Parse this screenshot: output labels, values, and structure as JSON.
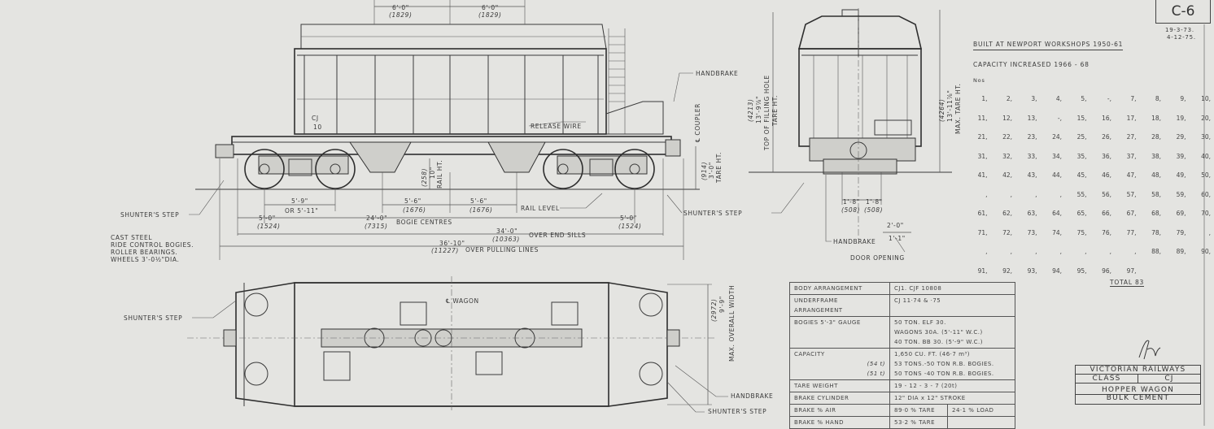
{
  "sheet": {
    "number": "C-6",
    "dates": [
      "19-3-73.",
      "4-12-75."
    ]
  },
  "side_view": {
    "top_dims": [
      {
        "ft": "6'-0\"",
        "mm": "(1829)"
      },
      {
        "ft": "6'-0\"",
        "mm": "(1829)"
      }
    ],
    "wagon_code": "CJ",
    "wagon_number": "10",
    "release_wire": "RELEASE WIRE",
    "handbrake": "HANDBRAKE",
    "coupler": "℄ COUPLER",
    "coupler_ht": {
      "mm": "(914)",
      "ft": "3'-0\"",
      "label": "TARE HT."
    },
    "rail_ht": {
      "mm": "(258)",
      "ft": "10\"",
      "label": "RAIL HT."
    },
    "wheelbase": {
      "ft": "5'-9\"",
      "alt": "OR 5'-11\""
    },
    "hopper_dims": [
      {
        "ft": "5'-6\"",
        "mm": "(1676)"
      },
      {
        "ft": "5'-6\"",
        "mm": "(1676)"
      }
    ],
    "rail_level": "RAIL LEVEL",
    "end_dims": [
      {
        "ft": "5'-0\"",
        "mm": "(1524)"
      },
      {
        "ft": "5'-0\"",
        "mm": "(1524)"
      }
    ],
    "bogie_centres": {
      "ft": "24'-0\"",
      "mm": "(7315)",
      "label": "BOGIE CENTRES"
    },
    "end_sills": {
      "ft": "34'-0\"",
      "mm": "(10363)",
      "label": "OVER END SILLS"
    },
    "pulling_lines": {
      "ft": "36'-10\"",
      "mm": "(11227)",
      "label": "OVER PULLING LINES"
    },
    "shunters_step_left": "SHUNTER'S STEP",
    "shunters_step_right": "SHUNTER'S STEP",
    "notes": [
      "CAST STEEL",
      "RIDE CONTROL BOGIES.",
      "ROLLER BEARINGS.",
      "WHEELS 3'-0½\"DIA."
    ]
  },
  "end_view": {
    "filling_hole": {
      "mm": "(4213)",
      "ft": "13'-9⅞\"",
      "label1": "TOP OF FILLING HOLE",
      "label2": "TARE HT."
    },
    "max_tare": {
      "mm": "(4264)",
      "ft": "13'-11⅞\"",
      "label": "MAX. TARE HT."
    },
    "door_dims": [
      {
        "ft": "1'-8\"",
        "mm": "(508)"
      },
      {
        "ft": "1'-8\"",
        "mm": "(508)"
      }
    ],
    "door_width": "2'-0\"",
    "door_width_alt": "1'-1\"",
    "handbrake": "HANDBRAKE",
    "door_opening": "DOOR OPENING"
  },
  "plan_view": {
    "shunters_step_left": "SHUNTER'S STEP",
    "centre_line": "℄ WAGON",
    "width": {
      "mm": "(2972)",
      "ft": "9'-9\"",
      "label": "MAX. OVERALL WIDTH"
    },
    "handbrake": "HANDBRAKE",
    "shunters_step_right": "SHUNTER'S STEP"
  },
  "info": {
    "built": "BUILT AT NEWPORT WORKSHOPS  1950-61",
    "capacity_increased": "CAPACITY INCREASED  1966 - 68",
    "nos_label": "Nos",
    "numbers": [
      [
        "1,",
        "2,",
        "3,",
        "4,",
        "5,",
        "-,",
        "7,",
        "8,",
        "9,",
        "10,"
      ],
      [
        "11,",
        "12,",
        "13,",
        "-,",
        "15,",
        "16,",
        "17,",
        "18,",
        "19,",
        "20,"
      ],
      [
        "21,",
        "22,",
        "23,",
        "24,",
        "25,",
        "26,",
        "27,",
        "28,",
        "29,",
        "30,"
      ],
      [
        "31,",
        "32,",
        "33,",
        "34,",
        "35,",
        "36,",
        "37,",
        "38,",
        "39,",
        "40,"
      ],
      [
        "41,",
        "42,",
        "43,",
        "44,",
        "45,",
        "46,",
        "47,",
        "48,",
        "49,",
        "50,"
      ],
      [
        ",",
        ",",
        ",",
        ",",
        "55,",
        "56,",
        "57,",
        "58,",
        "59,",
        "60,"
      ],
      [
        "61,",
        "62,",
        "63,",
        "64,",
        "65,",
        "66,",
        "67,",
        "68,",
        "69,",
        "70,"
      ],
      [
        "71,",
        "72,",
        "73,",
        "74,",
        "75,",
        "76,",
        "77,",
        "78,",
        "79,",
        ","
      ],
      [
        ",",
        ",",
        ",",
        ",",
        ",",
        ",",
        ",",
        "88,",
        "89,",
        "90,"
      ],
      [
        "91,",
        "92,",
        "93,",
        "94,",
        "95,",
        "96,",
        "97,",
        "",
        "",
        ""
      ]
    ],
    "total": "TOTAL  83"
  },
  "spec_table": {
    "rows": [
      {
        "label": "BODY ARRANGEMENT",
        "value": [
          "CJ1.   CJF 10808"
        ]
      },
      {
        "label": "UNDERFRAME ARRANGEMENT",
        "value": [
          "CJ 11·74 & ·75"
        ]
      },
      {
        "label": "BOGIES 5'-3\" GAUGE",
        "value": [
          "50 TON.  ELF 30.",
          "WAGONS 30A. (5'-11\" W.C.)",
          "40 TON. BB 30. (5'-9\" W.C.)"
        ]
      },
      {
        "label": "CAPACITY",
        "metric": [
          "(54 t)",
          "(51 t)"
        ],
        "value": [
          "1,650 CU. FT.  (46·7 m³)",
          "53 TONS.-50 TON R.B. BOGIES.",
          "50 TONS -40 TON R.B. BOGIES."
        ]
      },
      {
        "label": "TARE WEIGHT",
        "value": [
          "19 - 12 - 3 - 7 (20t)"
        ]
      },
      {
        "label": "BRAKE CYLINDER",
        "value": [
          "12\" DIA x 12\" STROKE"
        ]
      },
      {
        "label": "BRAKE % AIR",
        "value": [
          "89·0 % TARE"
        ],
        "value2": "24·1 % LOAD"
      },
      {
        "label": "BRAKE % HAND",
        "value": [
          "53·2 % TARE"
        ],
        "value2": ""
      }
    ]
  },
  "title_block": {
    "org": "VICTORIAN RAILWAYS",
    "class_label": "CLASS",
    "class_value": "CJ",
    "desc1": "HOPPER WAGON",
    "desc2": "BULK CEMENT",
    "signature": "AN"
  }
}
